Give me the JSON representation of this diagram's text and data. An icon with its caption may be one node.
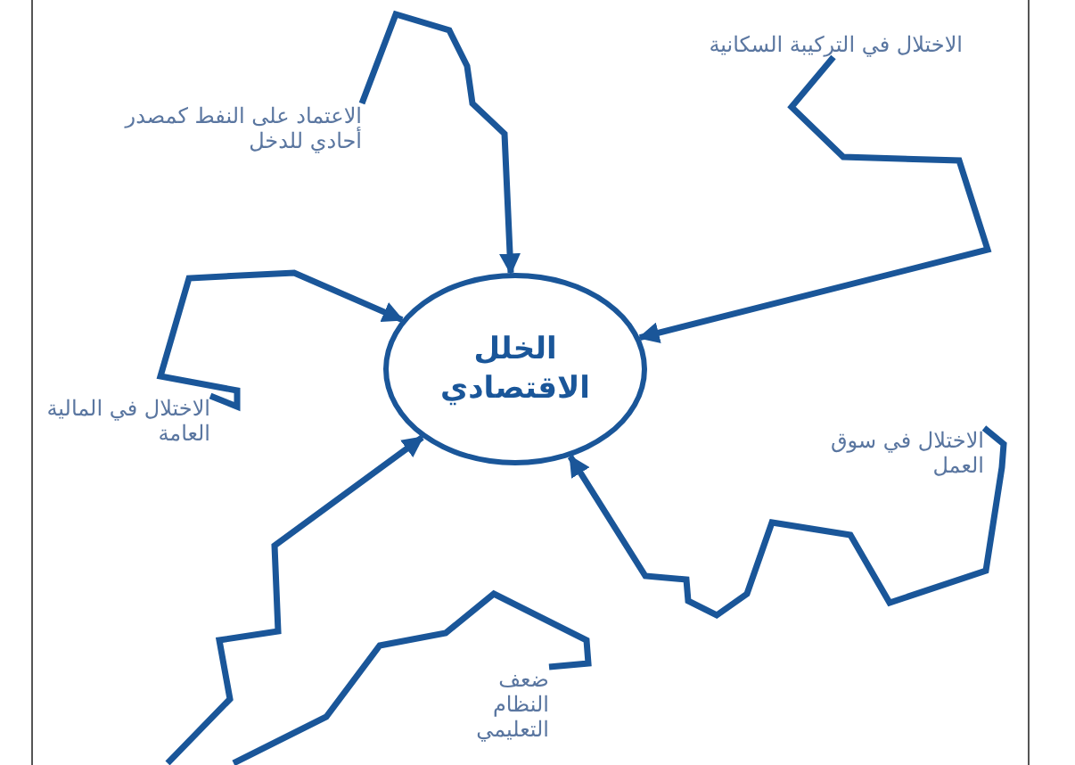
{
  "diagram": {
    "nodes": [
      {
        "text": [
          "الخلل الاقتصادي"
        ]
      },
      {
        "text": [
          "الاعتماد على النفط كمصدر أحادي للدخل"
        ]
      },
      {
        "text": [
          "الاختلال في التركيبة السكانية"
        ]
      },
      {
        "text": [
          "الاختلال في المالية العامة"
        ]
      },
      {
        "text": [
          "الاختلال في سوق العمل"
        ]
      },
      {
        "text": [
          "ضعف النظام التعليمي"
        ]
      }
    ],
    "edges": [
      {
        "from": 1,
        "to": 0,
        "arrow": "to"
      },
      {
        "from": 2,
        "to": 0,
        "arrow": "to"
      },
      {
        "from": 3,
        "to": 0,
        "arrow": "to"
      },
      {
        "from": 4,
        "to": 0,
        "arrow": "to"
      },
      {
        "from": 5,
        "to": null,
        "arrow": "none"
      },
      {
        "from": null,
        "to": 0,
        "arrow": "to"
      }
    ]
  }
}
